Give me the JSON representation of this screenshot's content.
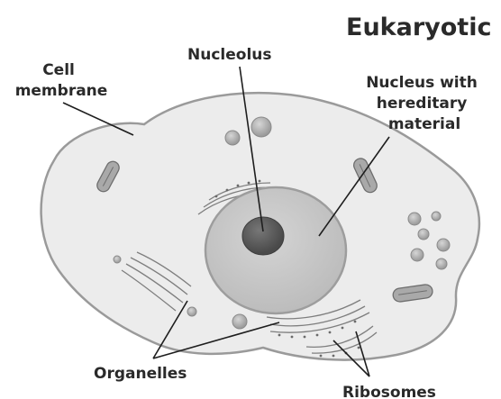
{
  "title": "Eukaryotic",
  "labels": {
    "cell_membrane": [
      "Cell",
      "membrane"
    ],
    "nucleolus": "Nucleolus",
    "nucleus": [
      "Nucleus with",
      "hereditary",
      "material"
    ],
    "organelles": "Organelles",
    "ribosomes": "Ribosomes"
  },
  "colors": {
    "cytoplasm": "#ececec",
    "membrane": "#9a9a9a",
    "nucleus": "#c9c9c9",
    "nucleolus": "#5e5e5e",
    "text": "#2a2a2a"
  }
}
